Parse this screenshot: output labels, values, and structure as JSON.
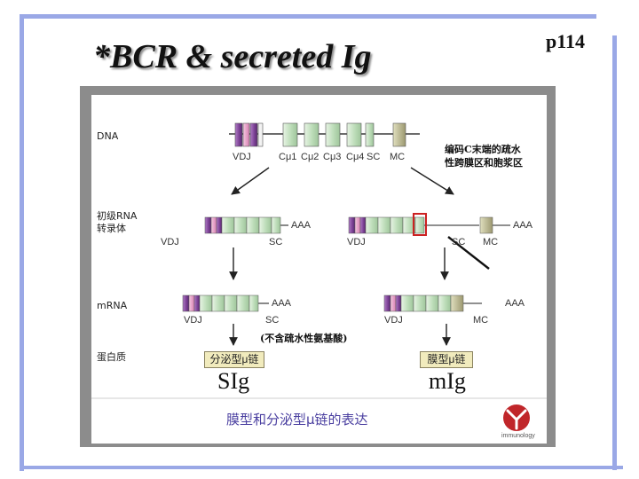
{
  "slide": {
    "title": "*BCR & secreted Ig",
    "page_number": "p114"
  },
  "figure": {
    "row_labels": {
      "dna": "DNA",
      "primary_rna": "初级RNA\n转录体",
      "mrna": "mRNA",
      "protein": "蛋白质"
    },
    "dna_segments": [
      "VDJ",
      "Cμ1",
      "Cμ2",
      "Cμ3",
      "Cμ4",
      "SC",
      "MC"
    ],
    "annotation_hydrophobic": "编码C末端的疏水\n性跨膜区和胞浆区",
    "annotation_no_hydrophobic": "(不含疏水性氨基酸)",
    "poly_a": "AAA",
    "primary_rna_left": {
      "vdj": "VDJ",
      "sc": "SC"
    },
    "primary_rna_right": {
      "vdj": "VDJ",
      "sc": "SC",
      "mc": "MC"
    },
    "mrna_left": {
      "vdj": "VDJ",
      "sc": "SC"
    },
    "mrna_right": {
      "vdj": "VDJ",
      "mc": "MC"
    },
    "protein_secreted": "分泌型μ链",
    "protein_membrane": "膜型μ链",
    "label_sig": "SIg",
    "label_mig": "mIg",
    "caption": "膜型和分泌型μ链的表达",
    "logo_text": "immunology"
  },
  "colors": {
    "rule": "#9aa8e6",
    "frame": "#8c8c8c",
    "purple_exon": "#8a4fa3",
    "pink_exon": "#e6a0c8",
    "green_exon": "#cfe7cc",
    "olive_exon": "#b8b58a",
    "highlight": "#cc2222",
    "caption": "#4a3fa0",
    "logo": "#c0262a"
  }
}
